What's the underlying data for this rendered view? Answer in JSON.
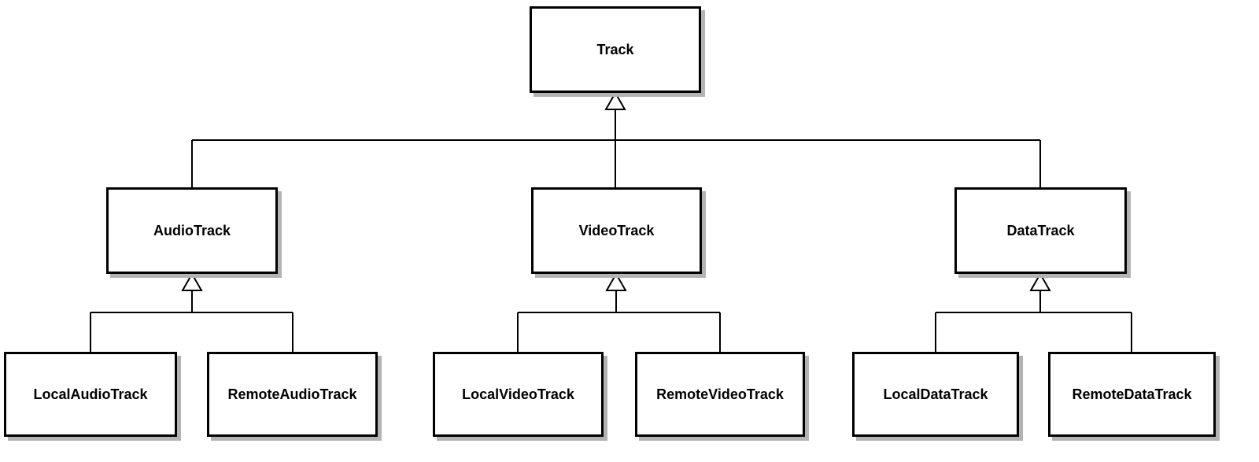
{
  "diagram": {
    "type": "uml-class-hierarchy",
    "nodes": [
      {
        "id": "track",
        "label": "Track"
      },
      {
        "id": "audio-track",
        "label": "AudioTrack"
      },
      {
        "id": "video-track",
        "label": "VideoTrack"
      },
      {
        "id": "data-track",
        "label": "DataTrack"
      },
      {
        "id": "local-audio-track",
        "label": "LocalAudioTrack"
      },
      {
        "id": "remote-audio-track",
        "label": "RemoteAudioTrack"
      },
      {
        "id": "local-video-track",
        "label": "LocalVideoTrack"
      },
      {
        "id": "remote-video-track",
        "label": "RemoteVideoTrack"
      },
      {
        "id": "local-data-track",
        "label": "LocalDataTrack"
      },
      {
        "id": "remote-data-track",
        "label": "RemoteDataTrack"
      }
    ],
    "edges": [
      {
        "child": "AudioTrack",
        "parent": "Track",
        "type": "generalization"
      },
      {
        "child": "VideoTrack",
        "parent": "Track",
        "type": "generalization"
      },
      {
        "child": "DataTrack",
        "parent": "Track",
        "type": "generalization"
      },
      {
        "child": "LocalAudioTrack",
        "parent": "AudioTrack",
        "type": "generalization"
      },
      {
        "child": "RemoteAudioTrack",
        "parent": "AudioTrack",
        "type": "generalization"
      },
      {
        "child": "LocalVideoTrack",
        "parent": "VideoTrack",
        "type": "generalization"
      },
      {
        "child": "RemoteVideoTrack",
        "parent": "VideoTrack",
        "type": "generalization"
      },
      {
        "child": "LocalDataTrack",
        "parent": "DataTrack",
        "type": "generalization"
      },
      {
        "child": "RemoteDataTrack",
        "parent": "DataTrack",
        "type": "generalization"
      }
    ],
    "colors": {
      "background": "#ffffff",
      "node_fill": "#ffffff",
      "node_border": "#000000",
      "node_shadow": "#b3b3b3",
      "connector": "#000000",
      "label_text": "#000000"
    }
  }
}
